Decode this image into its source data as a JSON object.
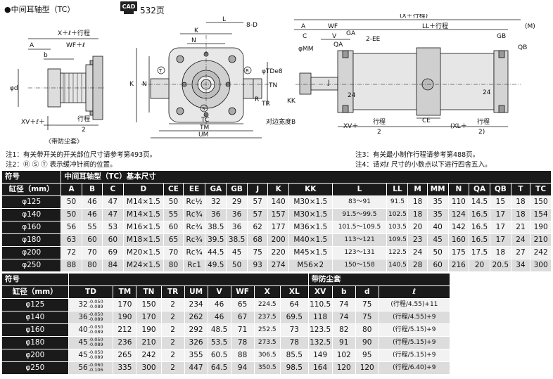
{
  "header": {
    "title": "●中间耳轴型（TC）",
    "cad_label": "CAD",
    "cad_page": "532页"
  },
  "drawing": {
    "left": {
      "label_xl": "X＋ℓ＋行程",
      "label_a": "A",
      "label_wf": "WF＋ℓ",
      "label_b": "b",
      "label_d": "φd",
      "label_xv_a": "XV＋ℓ＋",
      "label_xv_b": "行程",
      "label_xv_c": "2",
      "label_cover": "〈带防尘套〉"
    },
    "mid": {
      "K": "K",
      "L": "L",
      "N": "N",
      "8D": "8-D",
      "TDe8": "φTDe8",
      "K2": "K",
      "N2": "N",
      "TN": "TN",
      "R": "R",
      "TR": "TR",
      "TC": "TC",
      "TM": "TM",
      "UM": "UM",
      "circT": "T",
      "circR": "R",
      "circS": "S"
    },
    "right": {
      "xtrip": "(X＋行程)",
      "M": "(M)",
      "A": "A",
      "WF": "WF",
      "LLtrip": "LL＋行程",
      "C": "C",
      "V": "V",
      "GA": "GA",
      "EE": "2-EE",
      "GB": "GB",
      "QB": "QB",
      "MM": "φMM",
      "QA": "QA",
      "J": "J",
      "KK": "KK",
      "w24a": "24",
      "w24b": "24",
      "flat": "对边宽度B",
      "XV": "XV＋",
      "xv_t": "行程",
      "xv_2": "2",
      "CE": "CE",
      "XL": "(XL＋",
      "xl_t": "行程",
      "xl_2": "2)"
    }
  },
  "notes": {
    "n1": "注1：有关带开关的开关部位尺寸请参考第493页。",
    "n2": "注2：Ⓡ Ⓢ Ⓣ 表示缓冲针阀的位置。",
    "n3": "注3：有关最小制作行程请参考第488页。",
    "n4": "注4：请对ℓ 尺寸的小数点以下进行四舍五入。"
  },
  "table1": {
    "sym": "符号",
    "title": "中间耳轴型（TC）基本尺寸",
    "bore_label": "缸径（mm）",
    "cols": [
      "A",
      "B",
      "C",
      "D",
      "CE",
      "EE",
      "GA",
      "GB",
      "J",
      "K",
      "KK",
      "L",
      "LL",
      "M",
      "MM",
      "N",
      "QA",
      "QB",
      "T",
      "TC"
    ],
    "rows": [
      {
        "bore": "φ125",
        "v": [
          "50",
          "46",
          "47",
          "M14×1.5",
          "50",
          "Rc½",
          "32",
          "29",
          "57",
          "140",
          "M30×1.5",
          "83～91",
          "91.5",
          "18",
          "35",
          "110",
          "14.5",
          "15",
          "18",
          "150"
        ]
      },
      {
        "bore": "φ140",
        "v": [
          "50",
          "46",
          "47",
          "M14×1.5",
          "55",
          "Rc¾",
          "36",
          "36",
          "57",
          "157",
          "M30×1.5",
          "91.5～99.5",
          "102.5",
          "18",
          "35",
          "124",
          "16.5",
          "17",
          "18",
          "154"
        ]
      },
      {
        "bore": "φ160",
        "v": [
          "56",
          "55",
          "53",
          "M16×1.5",
          "60",
          "Rc¾",
          "38.5",
          "36",
          "62",
          "177",
          "M36×1.5",
          "101.5～109.5",
          "103.5",
          "20",
          "40",
          "142",
          "16.5",
          "17",
          "21",
          "190"
        ]
      },
      {
        "bore": "φ180",
        "v": [
          "63",
          "60",
          "60",
          "M18×1.5",
          "65",
          "Rc¾",
          "39.5",
          "38.5",
          "68",
          "200",
          "M40×1.5",
          "113～121",
          "109.5",
          "23",
          "45",
          "160",
          "16.5",
          "17",
          "24",
          "210"
        ]
      },
      {
        "bore": "φ200",
        "v": [
          "72",
          "70",
          "69",
          "M20×1.5",
          "70",
          "Rc¾",
          "44.5",
          "45",
          "75",
          "220",
          "M45×1.5",
          "123～131",
          "122.5",
          "24",
          "50",
          "175",
          "17.5",
          "18",
          "27",
          "242"
        ]
      },
      {
        "bore": "φ250",
        "v": [
          "88",
          "80",
          "84",
          "M24×1.5",
          "80",
          "Rc1",
          "49.5",
          "50",
          "93",
          "274",
          "M56×2",
          "150～158",
          "140.5",
          "28",
          "60",
          "216",
          "20",
          "20.5",
          "34",
          "300"
        ]
      }
    ]
  },
  "table2": {
    "sym": "符号",
    "bore_label": "缸径（mm）",
    "cover_title": "带防尘套",
    "cols": [
      "TD",
      "TM",
      "TN",
      "TR",
      "UM",
      "V",
      "WF",
      "X",
      "XL",
      "XV",
      "b",
      "d",
      "ℓ"
    ],
    "rows": [
      {
        "bore": "φ125",
        "td": "32",
        "tu": "-0.050",
        "tl": "-0.089",
        "v": [
          "170",
          "150",
          "2",
          "234",
          "46",
          "65",
          "224.5",
          "64",
          "110.5",
          "74",
          "75",
          "(行程/4.55)+11"
        ]
      },
      {
        "bore": "φ140",
        "td": "36",
        "tu": "-0.050",
        "tl": "-0.089",
        "v": [
          "190",
          "170",
          "2",
          "262",
          "46",
          "67",
          "237.5",
          "69.5",
          "118",
          "74",
          "75",
          "(行程/4.55)+9"
        ]
      },
      {
        "bore": "φ160",
        "td": "40",
        "tu": "-0.050",
        "tl": "-0.089",
        "v": [
          "212",
          "190",
          "2",
          "292",
          "48.5",
          "71",
          "252.5",
          "73",
          "123.5",
          "82",
          "80",
          "(行程/5.15)+9"
        ]
      },
      {
        "bore": "φ180",
        "td": "45",
        "tu": "-0.050",
        "tl": "-0.089",
        "v": [
          "236",
          "210",
          "2",
          "326",
          "53.5",
          "78",
          "273.5",
          "78",
          "132.5",
          "91",
          "90",
          "(行程/5.15)+9"
        ]
      },
      {
        "bore": "φ200",
        "td": "45",
        "tu": "-0.050",
        "tl": "-0.089",
        "v": [
          "265",
          "242",
          "2",
          "355",
          "60.5",
          "88",
          "306.5",
          "85.5",
          "149",
          "102",
          "95",
          "(行程/5.15)+9"
        ]
      },
      {
        "bore": "φ250",
        "td": "56",
        "tu": "-0.060",
        "tl": "-0.106",
        "v": [
          "335",
          "300",
          "2",
          "447",
          "64.5",
          "94",
          "350.5",
          "98.5",
          "164",
          "120",
          "120",
          "(行程/6.40)+9"
        ]
      }
    ]
  }
}
